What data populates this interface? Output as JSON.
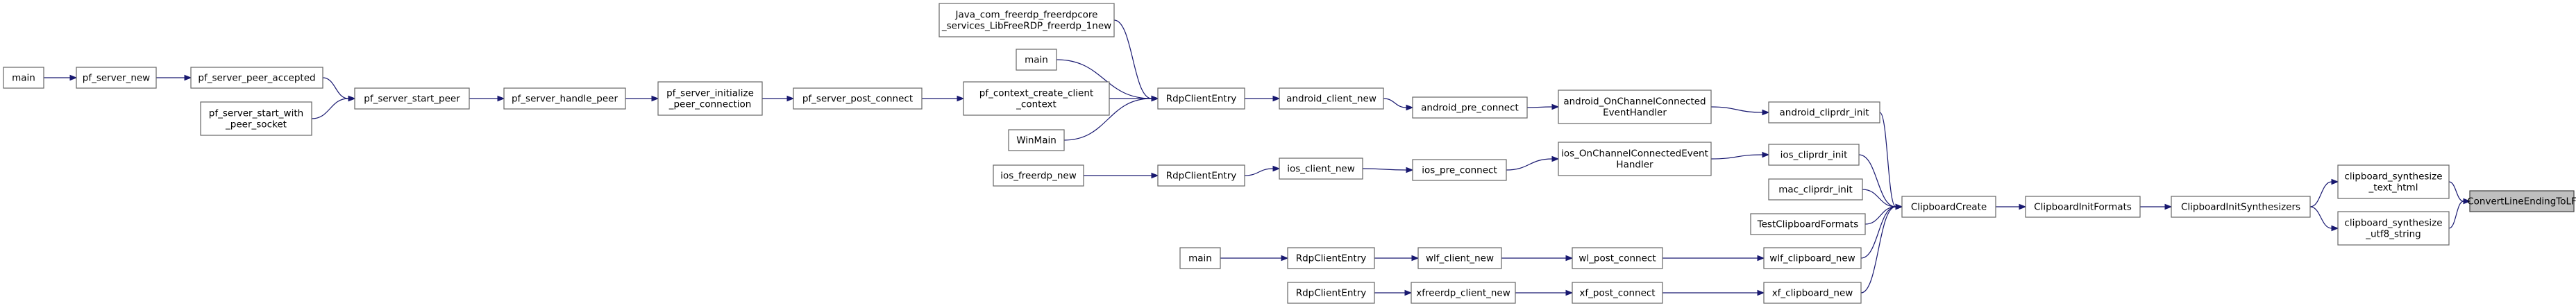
{
  "diagram": {
    "type": "call-graph",
    "highlight_color": "#bfbfbf",
    "edge_color": "#191970",
    "nodes": [
      {
        "id": "main1",
        "lines": [
          "main"
        ]
      },
      {
        "id": "pf_server_new",
        "lines": [
          "pf_server_new"
        ]
      },
      {
        "id": "pf_server_peer_accepted",
        "lines": [
          "pf_server_peer_accepted"
        ]
      },
      {
        "id": "pf_server_start_with_peer_socket",
        "lines": [
          "pf_server_start_with",
          "_peer_socket"
        ]
      },
      {
        "id": "pf_server_start_peer",
        "lines": [
          "pf_server_start_peer"
        ]
      },
      {
        "id": "pf_server_handle_peer",
        "lines": [
          "pf_server_handle_peer"
        ]
      },
      {
        "id": "pf_server_initialize_peer_connection",
        "lines": [
          "pf_server_initialize",
          "_peer_connection"
        ]
      },
      {
        "id": "pf_server_post_connect",
        "lines": [
          "pf_server_post_connect"
        ]
      },
      {
        "id": "pf_context_create_client_context",
        "lines": [
          "pf_context_create_client",
          "_context"
        ]
      },
      {
        "id": "java_new",
        "lines": [
          "Java_com_freerdp_freerdpcore",
          "_services_LibFreeRDP_freerdp_1new"
        ]
      },
      {
        "id": "main2",
        "lines": [
          "main"
        ]
      },
      {
        "id": "WinMain",
        "lines": [
          "WinMain"
        ]
      },
      {
        "id": "RdpClientEntry1",
        "lines": [
          "RdpClientEntry"
        ]
      },
      {
        "id": "android_client_new",
        "lines": [
          "android_client_new"
        ]
      },
      {
        "id": "android_pre_connect",
        "lines": [
          "android_pre_connect"
        ]
      },
      {
        "id": "android_OnChannelConnectedEventHandler",
        "lines": [
          "android_OnChannelConnected",
          "EventHandler"
        ]
      },
      {
        "id": "android_cliprdr_init",
        "lines": [
          "android_cliprdr_init"
        ]
      },
      {
        "id": "ios_freerdp_new",
        "lines": [
          "ios_freerdp_new"
        ]
      },
      {
        "id": "RdpClientEntry2",
        "lines": [
          "RdpClientEntry"
        ]
      },
      {
        "id": "ios_client_new",
        "lines": [
          "ios_client_new"
        ]
      },
      {
        "id": "ios_pre_connect",
        "lines": [
          "ios_pre_connect"
        ]
      },
      {
        "id": "ios_OnChannelConnectedEventHandler",
        "lines": [
          "ios_OnChannelConnectedEvent",
          "Handler"
        ]
      },
      {
        "id": "ios_cliprdr_init",
        "lines": [
          "ios_cliprdr_init"
        ]
      },
      {
        "id": "mac_cliprdr_init",
        "lines": [
          "mac_cliprdr_init"
        ]
      },
      {
        "id": "TestClipboardFormats",
        "lines": [
          "TestClipboardFormats"
        ]
      },
      {
        "id": "main3",
        "lines": [
          "main"
        ]
      },
      {
        "id": "RdpClientEntry3",
        "lines": [
          "RdpClientEntry"
        ]
      },
      {
        "id": "wlf_client_new",
        "lines": [
          "wlf_client_new"
        ]
      },
      {
        "id": "wl_post_connect",
        "lines": [
          "wl_post_connect"
        ]
      },
      {
        "id": "wlf_clipboard_new",
        "lines": [
          "wlf_clipboard_new"
        ]
      },
      {
        "id": "RdpClientEntry4",
        "lines": [
          "RdpClientEntry"
        ]
      },
      {
        "id": "xfreerdp_client_new",
        "lines": [
          "xfreerdp_client_new"
        ]
      },
      {
        "id": "xf_post_connect",
        "lines": [
          "xf_post_connect"
        ]
      },
      {
        "id": "xf_clipboard_new",
        "lines": [
          "xf_clipboard_new"
        ]
      },
      {
        "id": "ClipboardCreate",
        "lines": [
          "ClipboardCreate"
        ]
      },
      {
        "id": "ClipboardInitFormats",
        "lines": [
          "ClipboardInitFormats"
        ]
      },
      {
        "id": "ClipboardInitSynthesizers",
        "lines": [
          "ClipboardInitSynthesizers"
        ]
      },
      {
        "id": "clipboard_synthesize_text_html",
        "lines": [
          "clipboard_synthesize",
          "_text_html"
        ]
      },
      {
        "id": "clipboard_synthesize_utf8_string",
        "lines": [
          "clipboard_synthesize",
          "_utf8_string"
        ]
      },
      {
        "id": "ConvertLineEndingToLF",
        "lines": [
          "ConvertLineEndingToLF"
        ],
        "highlight": true
      }
    ],
    "edges": [
      [
        "main1",
        "pf_server_new"
      ],
      [
        "pf_server_new",
        "pf_server_peer_accepted"
      ],
      [
        "pf_server_peer_accepted",
        "pf_server_start_peer"
      ],
      [
        "pf_server_start_with_peer_socket",
        "pf_server_start_peer"
      ],
      [
        "pf_server_start_peer",
        "pf_server_handle_peer"
      ],
      [
        "pf_server_handle_peer",
        "pf_server_initialize_peer_connection"
      ],
      [
        "pf_server_initialize_peer_connection",
        "pf_server_post_connect"
      ],
      [
        "pf_server_post_connect",
        "pf_context_create_client_context"
      ],
      [
        "pf_context_create_client_context",
        "RdpClientEntry1"
      ],
      [
        "java_new",
        "RdpClientEntry1"
      ],
      [
        "main2",
        "RdpClientEntry1"
      ],
      [
        "WinMain",
        "RdpClientEntry1"
      ],
      [
        "RdpClientEntry1",
        "android_client_new"
      ],
      [
        "android_client_new",
        "android_pre_connect"
      ],
      [
        "android_pre_connect",
        "android_OnChannelConnectedEventHandler"
      ],
      [
        "android_OnChannelConnectedEventHandler",
        "android_cliprdr_init"
      ],
      [
        "android_cliprdr_init",
        "ClipboardCreate"
      ],
      [
        "ios_freerdp_new",
        "RdpClientEntry2"
      ],
      [
        "RdpClientEntry2",
        "ios_client_new"
      ],
      [
        "ios_client_new",
        "ios_pre_connect"
      ],
      [
        "ios_pre_connect",
        "ios_OnChannelConnectedEventHandler"
      ],
      [
        "ios_OnChannelConnectedEventHandler",
        "ios_cliprdr_init"
      ],
      [
        "ios_cliprdr_init",
        "ClipboardCreate"
      ],
      [
        "mac_cliprdr_init",
        "ClipboardCreate"
      ],
      [
        "TestClipboardFormats",
        "ClipboardCreate"
      ],
      [
        "main3",
        "RdpClientEntry3"
      ],
      [
        "RdpClientEntry3",
        "wlf_client_new"
      ],
      [
        "wlf_client_new",
        "wl_post_connect"
      ],
      [
        "wl_post_connect",
        "wlf_clipboard_new"
      ],
      [
        "wlf_clipboard_new",
        "ClipboardCreate"
      ],
      [
        "RdpClientEntry4",
        "xfreerdp_client_new"
      ],
      [
        "xfreerdp_client_new",
        "xf_post_connect"
      ],
      [
        "xf_post_connect",
        "xf_clipboard_new"
      ],
      [
        "xf_clipboard_new",
        "ClipboardCreate"
      ],
      [
        "ClipboardCreate",
        "ClipboardInitFormats"
      ],
      [
        "ClipboardInitFormats",
        "ClipboardInitSynthesizers"
      ],
      [
        "ClipboardInitSynthesizers",
        "clipboard_synthesize_text_html"
      ],
      [
        "ClipboardInitSynthesizers",
        "clipboard_synthesize_utf8_string"
      ],
      [
        "clipboard_synthesize_text_html",
        "ConvertLineEndingToLF"
      ],
      [
        "clipboard_synthesize_utf8_string",
        "ConvertLineEndingToLF"
      ]
    ]
  }
}
